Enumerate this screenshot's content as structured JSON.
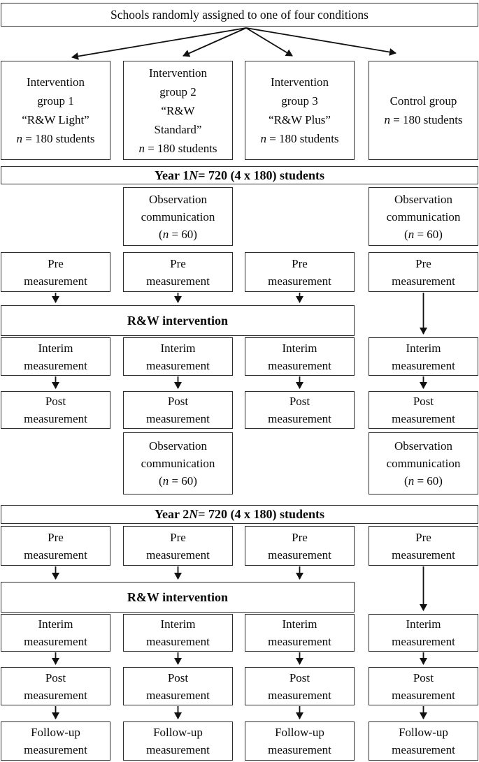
{
  "top_box": {
    "label": "Schools randomly assigned to one of four conditions"
  },
  "groups": [
    {
      "lines": [
        "Intervention",
        "group 1",
        "“R&W Light”"
      ],
      "n": "n",
      "n_rest": " = 180 students"
    },
    {
      "lines": [
        "Intervention",
        "group 2",
        "“R&W",
        "Standard”"
      ],
      "n": "n",
      "n_rest": " = 180 students"
    },
    {
      "lines": [
        "Intervention",
        "group 3",
        "“R&W Plus”"
      ],
      "n": "n",
      "n_rest": " = 180 students"
    },
    {
      "lines": [
        "Control group"
      ],
      "n": "n",
      "n_rest": " = 180 students"
    }
  ],
  "year1": {
    "prefix": "Year 1 ",
    "n": "N",
    "suffix": " = 720 (4 x 180) students"
  },
  "year2": {
    "prefix": "Year 2 ",
    "n": "N",
    "suffix": " = 720 (4 x 180) students"
  },
  "observation": {
    "l1": "Observation",
    "l2": "communication",
    "paren_open": "(",
    "n": "n",
    "n_rest": " = 60)"
  },
  "intervention": {
    "label": "R&W intervention"
  },
  "measurements": {
    "pre": {
      "l1": "Pre",
      "l2": "measurement"
    },
    "interim": {
      "l1": "Interim",
      "l2": "measurement"
    },
    "post": {
      "l1": "Post",
      "l2": "measurement"
    },
    "followup": {
      "l1": "Follow-up",
      "l2": "measurement"
    }
  },
  "colors": {
    "line": "#111111",
    "border": "#2d2d2d",
    "background": "#ffffff",
    "text": "#0a0a0a"
  }
}
